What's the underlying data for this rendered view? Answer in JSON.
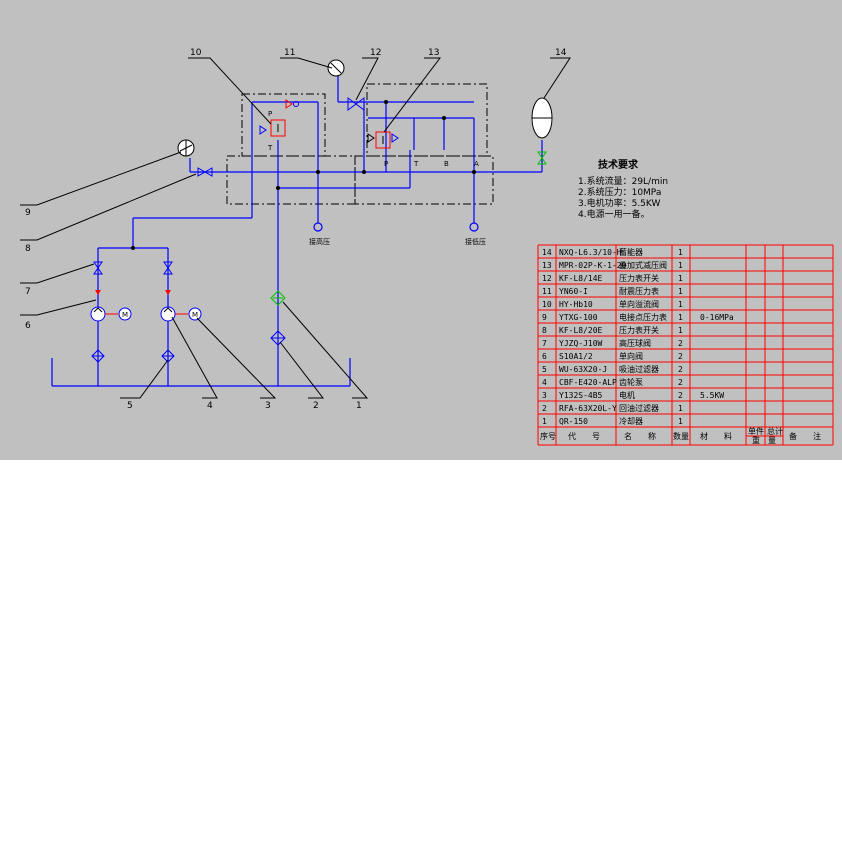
{
  "colors": {
    "background": "#c0c0c0",
    "pipe": "#0000ff",
    "leader": "#000000",
    "table_grid": "#ff0000",
    "filter": "#00c000",
    "component_red": "#ff0000"
  },
  "callouts": [
    "1",
    "2",
    "3",
    "4",
    "5",
    "6",
    "7",
    "8",
    "9",
    "10",
    "11",
    "12",
    "13",
    "14"
  ],
  "port_labels": {
    "P": "P",
    "T": "T",
    "B": "B",
    "A": "A",
    "valve_p": "P",
    "valve_t": "T"
  },
  "outlets": {
    "left": "接高压",
    "right": "接低压"
  },
  "motor_labels": {
    "m1": "M",
    "m2": "M"
  },
  "tech_requirements": {
    "title": "技术要求",
    "lines": [
      "1.系统流量：29L/min",
      "2.系统压力：10MPa",
      "3.电机功率：5.5KW",
      "4.电源一用一备。"
    ]
  },
  "bom": {
    "header": {
      "seq": "序号",
      "code": "代　　号",
      "name": "名　　称",
      "qty": "数量",
      "material": "材　　料",
      "unit_weight": "单件",
      "total_weight": "总计",
      "weight": "重　量",
      "remark": "备　　注"
    },
    "rows": [
      {
        "seq": "14",
        "code": "NXQ-L6.3/10-H",
        "name": "蓄能器",
        "qty": "1",
        "material": ""
      },
      {
        "seq": "13",
        "code": "MPR-02P-K-1-20",
        "name": "叠加式减压阀",
        "qty": "1",
        "material": ""
      },
      {
        "seq": "12",
        "code": "KF-L8/14E",
        "name": "压力表开关",
        "qty": "1",
        "material": ""
      },
      {
        "seq": "11",
        "code": "YN60-I",
        "name": "耐震压力表",
        "qty": "1",
        "material": ""
      },
      {
        "seq": "10",
        "code": "HY-Hb10",
        "name": "单向溢流阀",
        "qty": "1",
        "material": ""
      },
      {
        "seq": "9",
        "code": "YTXG-100",
        "name": "电接点压力表",
        "qty": "1",
        "material": "0-16MPa"
      },
      {
        "seq": "8",
        "code": "KF-L8/20E",
        "name": "压力表开关",
        "qty": "1",
        "material": ""
      },
      {
        "seq": "7",
        "code": "YJZQ-J10W",
        "name": "高压球阀",
        "qty": "2",
        "material": ""
      },
      {
        "seq": "6",
        "code": "S10A1/2",
        "name": "单向阀",
        "qty": "2",
        "material": ""
      },
      {
        "seq": "5",
        "code": "WU-63X20-J",
        "name": "吸油过滤器",
        "qty": "2",
        "material": ""
      },
      {
        "seq": "4",
        "code": "CBF-E420-ALP",
        "name": "齿轮泵",
        "qty": "2",
        "material": ""
      },
      {
        "seq": "3",
        "code": "Y132S-4B5",
        "name": "电机",
        "qty": "2",
        "material": "5.5KW"
      },
      {
        "seq": "2",
        "code": "RFA-63X20L-Y",
        "name": "回油过滤器",
        "qty": "1",
        "material": ""
      },
      {
        "seq": "1",
        "code": "QR-150",
        "name": "冷却器",
        "qty": "1",
        "material": ""
      }
    ]
  }
}
